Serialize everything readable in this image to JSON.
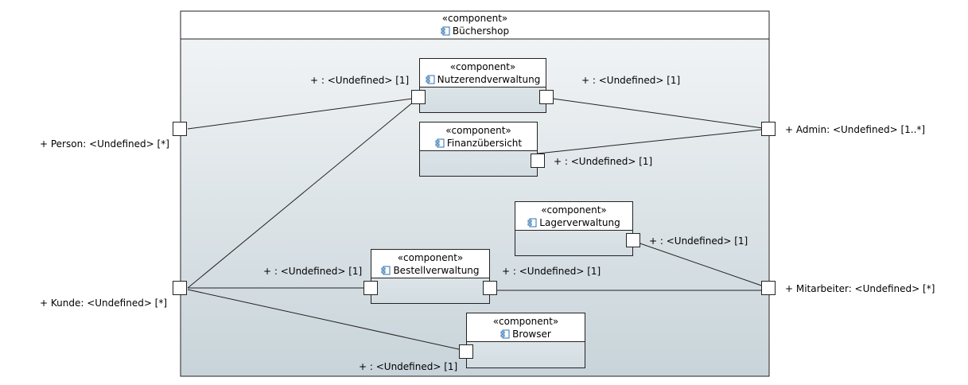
{
  "outer": {
    "stereotype": "«component»",
    "name": "Büchershop"
  },
  "components": {
    "nutzer": {
      "stereotype": "«component»",
      "name": "Nutzerendverwaltung"
    },
    "finanz": {
      "stereotype": "«component»",
      "name": "Finanzübersicht"
    },
    "lager": {
      "stereotype": "«component»",
      "name": "Lagerverwaltung"
    },
    "bestell": {
      "stereotype": "«component»",
      "name": "Bestellverwaltung"
    },
    "browser": {
      "stereotype": "«component»",
      "name": "Browser"
    }
  },
  "ports": {
    "person": "+ Person: <Undefined> [*]",
    "kunde": "+ Kunde: <Undefined> [*]",
    "admin": "+ Admin: <Undefined> [1..*]",
    "mitarbeiter": "+ Mitarbeiter: <Undefined> [*]",
    "nutzer_left": "+ : <Undefined> [1]",
    "nutzer_right": "+ : <Undefined> [1]",
    "finanz": "+ : <Undefined> [1]",
    "lager": "+ : <Undefined> [1]",
    "bestell_left": "+ : <Undefined> [1]",
    "bestell_right": "+ : <Undefined> [1]",
    "browser": "+ : <Undefined> [1]"
  },
  "colors": {
    "body_top": "#f4f6f7",
    "body_bottom": "#c8d4da",
    "line": "#222222",
    "icon": "#2a6fb0"
  }
}
